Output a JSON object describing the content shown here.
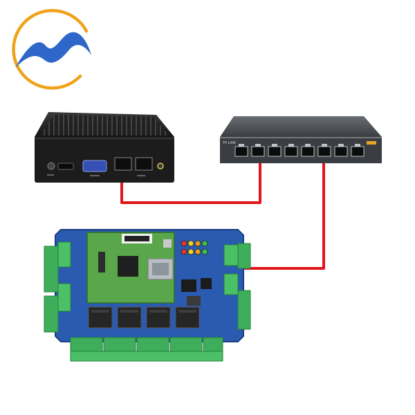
{
  "logo": {
    "icon": "mountain-wave-logo",
    "ring_color": "#f0a21a",
    "wave_color": "#2e67c9"
  },
  "devices": {
    "mini_pc": {
      "icon": "mini-pc-icon",
      "body_color": "#1c1c1c"
    },
    "switch": {
      "icon": "network-switch-icon",
      "brand_text": "TP-LINK",
      "port_count": 8,
      "body_color": "#3a3d42"
    },
    "controller": {
      "icon": "access-controller-board-icon",
      "board_color": "#2a5bb0",
      "terminal_color": "#3fae5a",
      "relay_count": 4,
      "led_colors": [
        "#e03a2a",
        "#f2d22a",
        "#e8a020",
        "#3cc24a"
      ]
    }
  },
  "links": {
    "cable_color": "#e0161b",
    "connections": [
      {
        "from": "mini_pc",
        "to": "switch"
      },
      {
        "from": "controller",
        "to": "switch"
      }
    ]
  }
}
